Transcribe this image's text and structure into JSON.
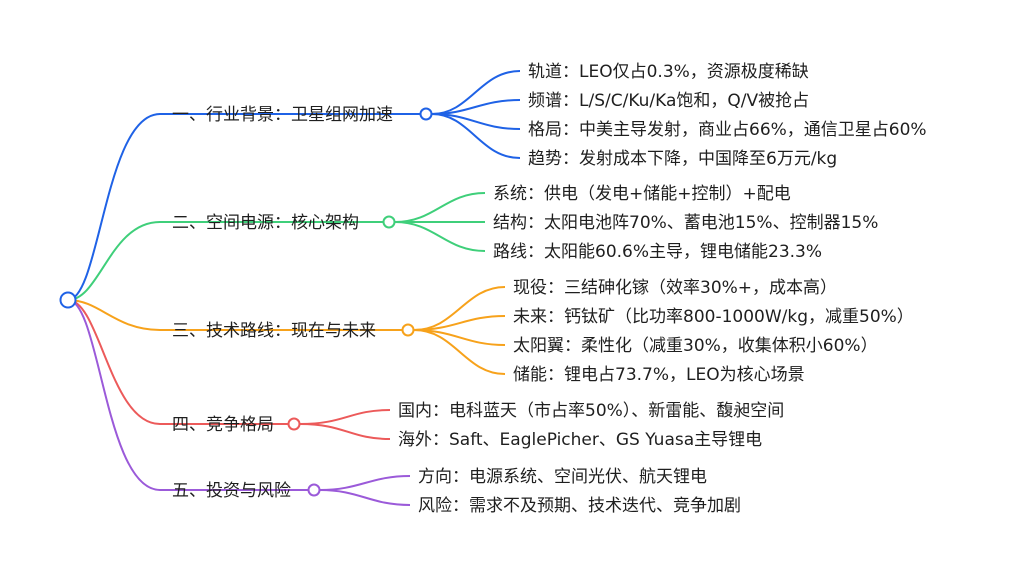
{
  "mindmap": {
    "branches": [
      {
        "label": "一、行业背景：卫星组网加速",
        "color": "#1f62e6",
        "children": [
          "轨道：LEO仅占0.3%，资源极度稀缺",
          "频谱：L/S/C/Ku/Ka饱和，Q/V被抢占",
          "格局：中美主导发射，商业占66%，通信卫星占60%",
          "趋势：发射成本下降，中国降至6万元/kg"
        ]
      },
      {
        "label": "二、空间电源：核心架构",
        "color": "#3fcf7a",
        "children": [
          "系统：供电（发电+储能+控制）+配电",
          "结构：太阳电池阵70%、蓄电池15%、控制器15%",
          "路线：太阳能60.6%主导，锂电储能23.3%"
        ]
      },
      {
        "label": "三、技术路线：现在与未来",
        "color": "#f7a21b",
        "children": [
          "现役：三结砷化镓（效率30%+，成本高）",
          "未来：钙钛矿（比功率800-1000W/kg，减重50%）",
          "太阳翼：柔性化（减重30%，收集体积小60%）",
          "储能：锂电占73.7%，LEO为核心场景"
        ]
      },
      {
        "label": "四、竞争格局",
        "color": "#ec5a5a",
        "children": [
          "国内：电科蓝天（市占率50%）、新雷能、馥昶空间",
          "海外：Saft、EaglePicher、GS Yuasa主导锂电"
        ]
      },
      {
        "label": "五、投资与风险",
        "color": "#9b5ad9",
        "children": [
          "方向：电源系统、空间光伏、航天锂电",
          "风险：需求不及预期、技术迭代、竞争加剧"
        ]
      }
    ]
  }
}
